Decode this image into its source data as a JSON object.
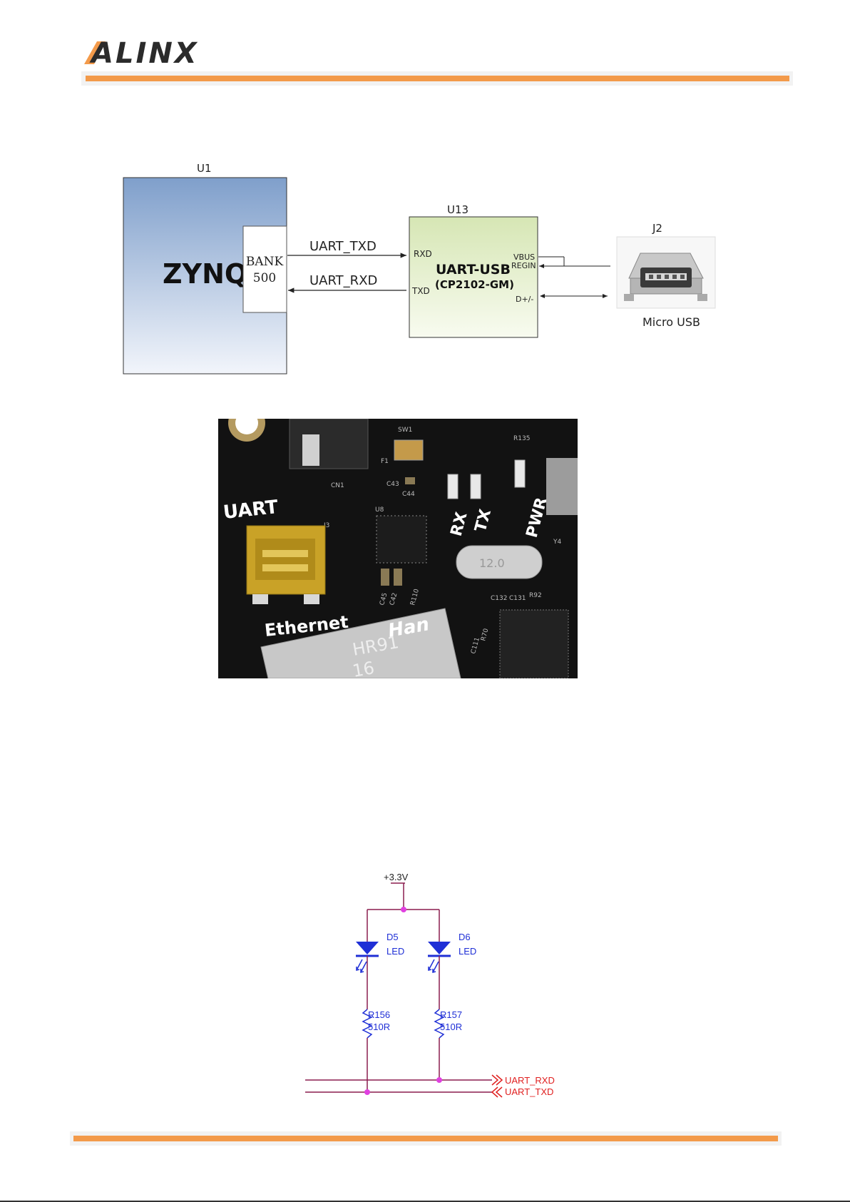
{
  "header": {
    "logo_text": "ALINX"
  },
  "block_diagram": {
    "u1": {
      "ref": "U1",
      "chip": "ZYNQ",
      "bank_line1": "BANK",
      "bank_line2": "500"
    },
    "signals": {
      "tx": "UART_TXD",
      "rx": "UART_RXD"
    },
    "u13": {
      "ref": "U13",
      "name": "UART-USB",
      "part": "(CP2102-GM)",
      "pin_rxd": "RXD",
      "pin_txd": "TXD",
      "pin_vbus": "VBUS",
      "pin_regin": "REGIN",
      "pin_data": "D+/-"
    },
    "j2": {
      "ref": "J2",
      "caption": "Micro USB"
    }
  },
  "photo": {
    "labels": {
      "uart": "UART",
      "ethernet": "Ethernet",
      "rx": "RX",
      "tx": "TX",
      "pwr": "PWR",
      "sw1": "SW1",
      "f1": "F1",
      "cn1": "CN1",
      "c43": "C43",
      "c44": "C44",
      "u8": "U8",
      "j3": "J3",
      "r135": "R135",
      "y4": "Y4",
      "c45": "C45",
      "c42": "C42",
      "r110": "R110",
      "c132": "C132",
      "c131": "C131",
      "r92": "R92",
      "c111": "C111",
      "r70": "R70",
      "crystal": "12.0",
      "magjack_brand": "Han",
      "magjack_model": "HR91",
      "magjack_code": "16"
    }
  },
  "schematic": {
    "supply": "+3.3V",
    "d5_ref": "D5",
    "d5_type": "LED",
    "d6_ref": "D6",
    "d6_type": "LED",
    "r156_ref": "R156",
    "r156_val": "510R",
    "r157_ref": "R157",
    "r157_val": "510R",
    "net_rxd": "UART_RXD",
    "net_txd": "UART_TXD"
  },
  "colors": {
    "accent_orange": "#f39a4a",
    "logo_dark": "#2b2b2b",
    "schematic_wire": "#8b1d4f",
    "schematic_part": "#1f2fd6",
    "schematic_net": "#e02020",
    "junction": "#e040e0"
  }
}
